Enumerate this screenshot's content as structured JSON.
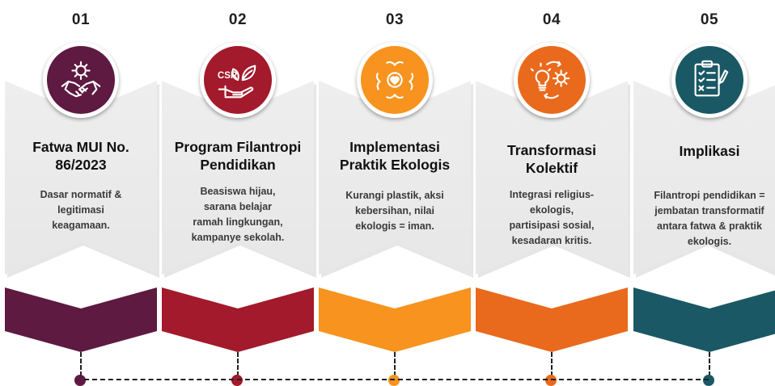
{
  "steps": [
    {
      "number": "01",
      "title_lines": [
        "Fatwa MUI No.",
        "86/2023"
      ],
      "desc_lines": [
        "Dasar normatif &",
        "legitimasi",
        "keagamaan."
      ],
      "color": "#5e1a40",
      "icon": "gear-handshake-icon"
    },
    {
      "number": "02",
      "title_lines": [
        "Program Filantropi",
        "Pendidikan"
      ],
      "desc_lines": [
        "Beasiswa hijau,",
        "sarana belajar",
        "ramah lingkungan,",
        "kampanye sekolah."
      ],
      "color": "#a21a2b",
      "icon": "csr-hand-leaf-icon",
      "icon_text": "CSR"
    },
    {
      "number": "03",
      "title_lines": [
        "Implementasi",
        "Praktik Ekologis"
      ],
      "desc_lines": [
        "Kurangi plastik, aksi",
        "kebersihan, nilai",
        "ekologis = iman."
      ],
      "color": "#f7931e",
      "icon": "hands-heart-icon"
    },
    {
      "number": "04",
      "title_lines": [
        "Transformasi",
        "Kolektif"
      ],
      "desc_lines": [
        "Integrasi religius-",
        "ekologis,",
        "partisipasi sosial,",
        "kesadaran kritis."
      ],
      "color": "#e96a1c",
      "icon": "lightbulb-gear-cycle-icon"
    },
    {
      "number": "05",
      "title_lines": [
        "Implikasi"
      ],
      "desc_lines": [
        "Filantropi pendidikan =",
        "jembatan transformatif",
        "antara fatwa & praktik",
        "ekologis."
      ],
      "color": "#1a5865",
      "icon": "clipboard-checklist-icon"
    }
  ]
}
